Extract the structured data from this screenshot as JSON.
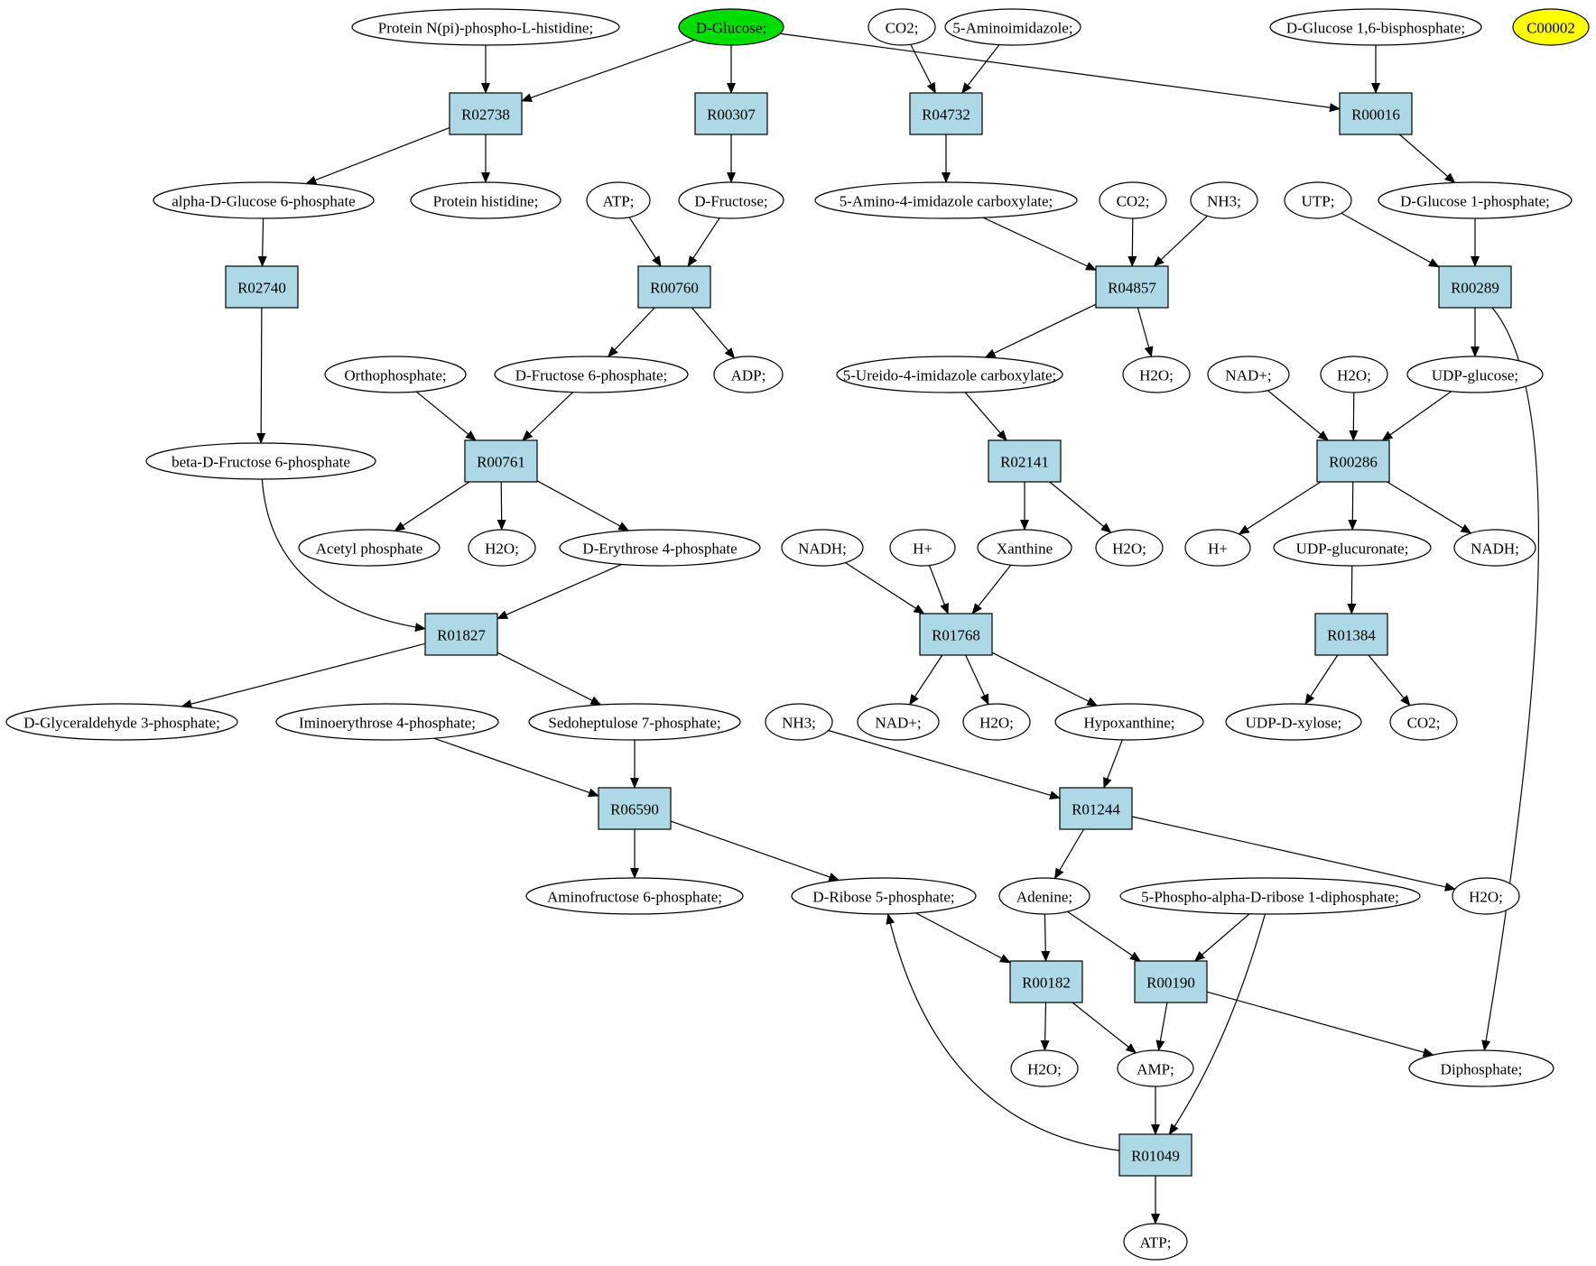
{
  "colors": {
    "reaction_fill": "#add8e6",
    "compound_fill": "#ffffff",
    "start_fill": "#00dd00",
    "end_fill": "#ffff00",
    "stroke": "#000000"
  },
  "compounds": {
    "c_prot_phos_his": "Protein N(pi)-phospho-L-histidine;",
    "c_dglucose": "D-Glucose;",
    "c_co2_a": "CO2;",
    "c_5aminoimid": "5-Aminoimidazole;",
    "c_dglc16bp": "D-Glucose 1,6-bisphosphate;",
    "c_c00002": "C00002",
    "c_adg6p": "alpha-D-Glucose 6-phosphate",
    "c_prot_his": "Protein histidine;",
    "c_atp_a": "ATP;",
    "c_dfructose": "D-Fructose;",
    "c_5a4ic": "5-Amino-4-imidazole carboxylate;",
    "c_co2_b": "CO2;",
    "c_nh3_a": "NH3;",
    "c_utp": "UTP;",
    "c_dg1p": "D-Glucose 1-phosphate;",
    "c_orthophos": "Orthophosphate;",
    "c_df6p": "D-Fructose 6-phosphate;",
    "c_adp": "ADP;",
    "c_5u4ic": "5-Ureido-4-imidazole carboxylate;",
    "c_h2o_a": "H2O;",
    "c_nadp_a": "NAD+;",
    "c_h2o_b": "H2O;",
    "c_udpglc": "UDP-glucose;",
    "c_bdf6p": "beta-D-Fructose 6-phosphate",
    "c_acetylp": "Acetyl phosphate",
    "c_h2o_c": "H2O;",
    "c_de4p": "D-Erythrose 4-phosphate",
    "c_nadh_a": "NADH;",
    "c_hplus_a": "H+",
    "c_xanthine": "Xanthine",
    "c_h2o_d": "H2O;",
    "c_hplus_b": "H+",
    "c_udpglcur": "UDP-glucuronate;",
    "c_nadh_b": "NADH;",
    "c_dga3p": "D-Glyceraldehyde 3-phosphate;",
    "c_iminoe4p": "Iminoerythrose 4-phosphate;",
    "c_s7p": "Sedoheptulose 7-phosphate;",
    "c_nh3_b": "NH3;",
    "c_nadp_b": "NAD+;",
    "c_h2o_e": "H2O;",
    "c_hypox": "Hypoxanthine;",
    "c_udpxyl": "UDP-D-xylose;",
    "c_co2_c": "CO2;",
    "c_aminof6p": "Aminofructose 6-phosphate;",
    "c_dr5p": "D-Ribose 5-phosphate;",
    "c_adenine": "Adenine;",
    "c_prpp": "5-Phospho-alpha-D-ribose 1-diphosphate;",
    "c_h2o_f": "H2O;",
    "c_h2o_g": "H2O;",
    "c_amp": "AMP;",
    "c_diphos": "Diphosphate;",
    "c_atp_b": "ATP;"
  },
  "reactions": {
    "r_R02738": "R02738",
    "r_R00307": "R00307",
    "r_R04732": "R04732",
    "r_R00016": "R00016",
    "r_R02740": "R02740",
    "r_R00760": "R00760",
    "r_R04857": "R04857",
    "r_R00289": "R00289",
    "r_R00761": "R00761",
    "r_R02141": "R02141",
    "r_R00286": "R00286",
    "r_R01827": "R01827",
    "r_R01768": "R01768",
    "r_R01384": "R01384",
    "r_R06590": "R06590",
    "r_R01244": "R01244",
    "r_R00182": "R00182",
    "r_R00190": "R00190",
    "r_R01049": "R01049"
  },
  "edges": [
    [
      "c_prot_phos_his",
      "r_R02738"
    ],
    [
      "c_dglucose",
      "r_R02738"
    ],
    [
      "r_R02738",
      "c_adg6p"
    ],
    [
      "r_R02738",
      "c_prot_his"
    ],
    [
      "c_dglucose",
      "r_R00307"
    ],
    [
      "r_R00307",
      "c_dfructose"
    ],
    [
      "c_dglucose",
      "r_R00016"
    ],
    [
      "c_dglc16bp",
      "r_R00016"
    ],
    [
      "r_R00016",
      "c_dg1p"
    ],
    [
      "c_co2_a",
      "r_R04732"
    ],
    [
      "c_5aminoimid",
      "r_R04732"
    ],
    [
      "r_R04732",
      "c_5a4ic"
    ],
    [
      "c_adg6p",
      "r_R02740"
    ],
    [
      "r_R02740",
      "c_bdf6p"
    ],
    [
      "c_atp_a",
      "r_R00760"
    ],
    [
      "c_dfructose",
      "r_R00760"
    ],
    [
      "r_R00760",
      "c_df6p"
    ],
    [
      "r_R00760",
      "c_adp"
    ],
    [
      "c_5a4ic",
      "r_R04857"
    ],
    [
      "c_co2_b",
      "r_R04857"
    ],
    [
      "c_nh3_a",
      "r_R04857"
    ],
    [
      "r_R04857",
      "c_5u4ic"
    ],
    [
      "r_R04857",
      "c_h2o_a"
    ],
    [
      "c_utp",
      "r_R00289"
    ],
    [
      "c_dg1p",
      "r_R00289"
    ],
    [
      "r_R00289",
      "c_udpglc"
    ],
    [
      "r_R00289",
      "c_diphos"
    ],
    [
      "c_orthophos",
      "r_R00761"
    ],
    [
      "c_df6p",
      "r_R00761"
    ],
    [
      "r_R00761",
      "c_acetylp"
    ],
    [
      "r_R00761",
      "c_h2o_c"
    ],
    [
      "r_R00761",
      "c_de4p"
    ],
    [
      "c_5u4ic",
      "r_R02141"
    ],
    [
      "r_R02141",
      "c_xanthine"
    ],
    [
      "r_R02141",
      "c_h2o_d"
    ],
    [
      "c_nadp_a",
      "r_R00286"
    ],
    [
      "c_h2o_b",
      "r_R00286"
    ],
    [
      "c_udpglc",
      "r_R00286"
    ],
    [
      "r_R00286",
      "c_hplus_b"
    ],
    [
      "r_R00286",
      "c_udpglcur"
    ],
    [
      "r_R00286",
      "c_nadh_b"
    ],
    [
      "c_bdf6p",
      "r_R01827"
    ],
    [
      "c_de4p",
      "r_R01827"
    ],
    [
      "r_R01827",
      "c_dga3p"
    ],
    [
      "r_R01827",
      "c_s7p"
    ],
    [
      "c_nadh_a",
      "r_R01768"
    ],
    [
      "c_hplus_a",
      "r_R01768"
    ],
    [
      "c_xanthine",
      "r_R01768"
    ],
    [
      "r_R01768",
      "c_nadp_b"
    ],
    [
      "r_R01768",
      "c_h2o_e"
    ],
    [
      "r_R01768",
      "c_hypox"
    ],
    [
      "c_udpglcur",
      "r_R01384"
    ],
    [
      "r_R01384",
      "c_udpxyl"
    ],
    [
      "r_R01384",
      "c_co2_c"
    ],
    [
      "c_iminoe4p",
      "r_R06590"
    ],
    [
      "c_s7p",
      "r_R06590"
    ],
    [
      "r_R06590",
      "c_aminof6p"
    ],
    [
      "r_R06590",
      "c_dr5p"
    ],
    [
      "c_nh3_b",
      "r_R01244"
    ],
    [
      "c_hypox",
      "r_R01244"
    ],
    [
      "r_R01244",
      "c_adenine"
    ],
    [
      "r_R01244",
      "c_h2o_f"
    ],
    [
      "c_dr5p",
      "r_R00182"
    ],
    [
      "c_adenine",
      "r_R00182"
    ],
    [
      "r_R00182",
      "c_h2o_g"
    ],
    [
      "r_R00182",
      "c_amp"
    ],
    [
      "c_adenine",
      "r_R00190"
    ],
    [
      "c_prpp",
      "r_R00190"
    ],
    [
      "r_R00190",
      "c_amp"
    ],
    [
      "r_R00190",
      "c_diphos"
    ],
    [
      "c_amp",
      "r_R01049"
    ],
    [
      "c_prpp",
      "r_R01049"
    ],
    [
      "r_R01049",
      "c_dr5p"
    ],
    [
      "r_R01049",
      "c_atp_b"
    ]
  ]
}
